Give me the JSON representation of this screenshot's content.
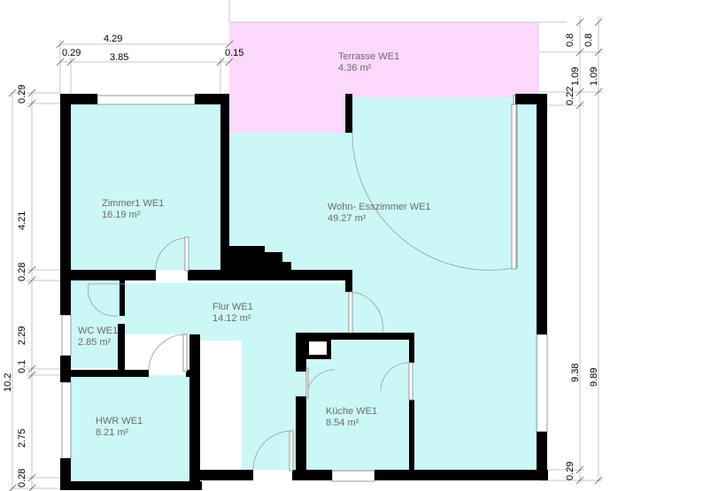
{
  "colors": {
    "room_fill": "#ccf7f7",
    "terrace_fill": "#fcd8fc",
    "wall": "#000000",
    "dimension_text": "#000000",
    "room_text": "#6b6b6b"
  },
  "rooms": [
    {
      "name": "Terrasse WE1",
      "area": "4.36 m²"
    },
    {
      "name": "Zimmer1 WE1",
      "area": "16.19 m²"
    },
    {
      "name": "Wohn- Esszimmer WE1",
      "area": "49.27 m²"
    },
    {
      "name": "Flur WE1",
      "area": "14.12 m²"
    },
    {
      "name": "WC WE1",
      "area": "2.85 m²"
    },
    {
      "name": "HWR WE1",
      "area": "8.21 m²"
    },
    {
      "name": "Küche WE1",
      "area": "8.54 m²"
    }
  ],
  "dimensions": {
    "top": [
      "4.29",
      "0.29",
      "3.85",
      "0.15"
    ],
    "left": [
      "0.29",
      "4.21",
      "0.28",
      "2.29",
      "0.1",
      "2.75",
      "0.28"
    ],
    "left_total": "10.2",
    "right": [
      "0.8",
      "0.8",
      "1.09",
      "1.09",
      "0.22",
      "9.38",
      "9.89",
      "0.29"
    ]
  }
}
